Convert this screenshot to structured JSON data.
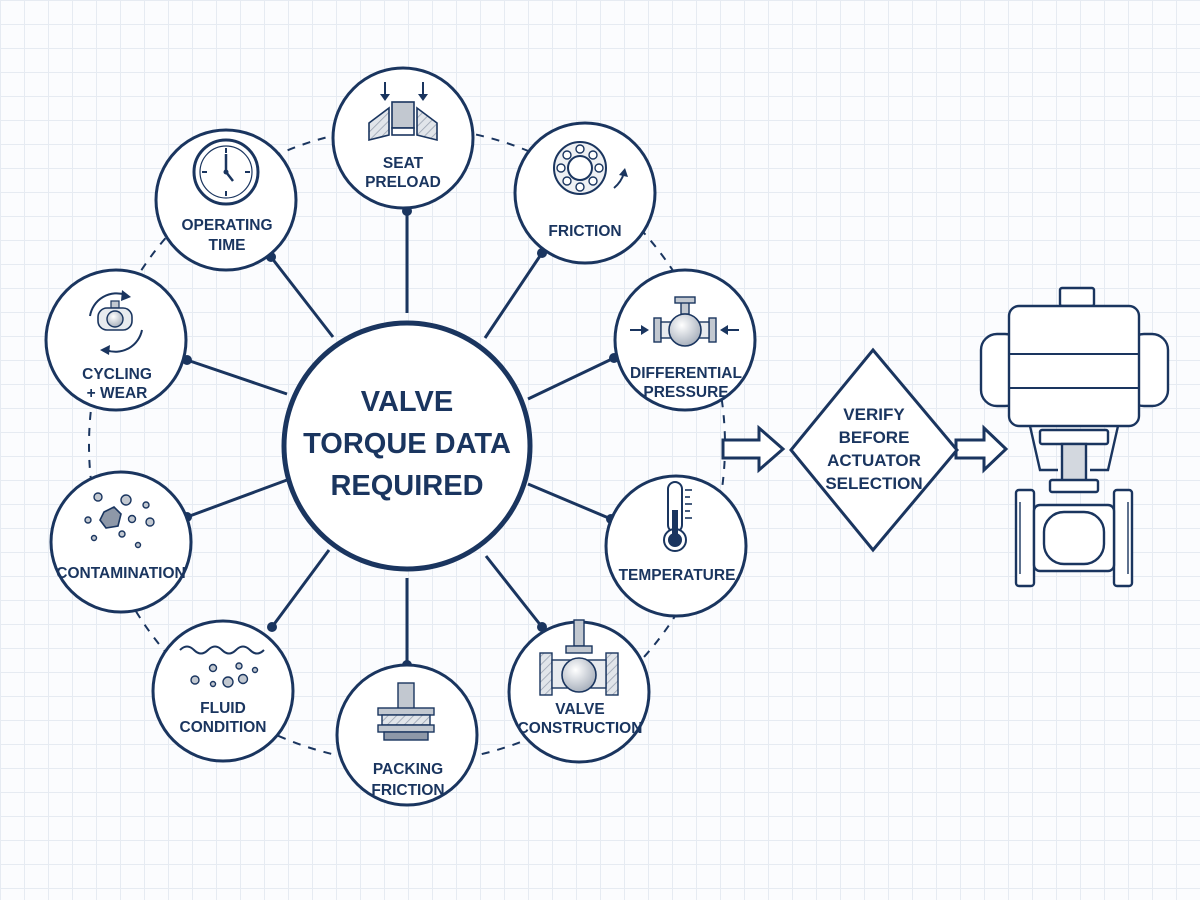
{
  "center": {
    "line1": "VALVE",
    "line2": "TORQUE DATA",
    "line3": "REQUIRED"
  },
  "nodes": {
    "seat_preload": {
      "line1": "SEAT",
      "line2": "PRELOAD"
    },
    "friction": {
      "line1": "FRICTION"
    },
    "differential_pressure": {
      "line1": "DIFFERENTIAL",
      "line2": "PRESSURE"
    },
    "temperature": {
      "line1": "TEMPERATURE"
    },
    "valve_construction": {
      "line1": "VALVE",
      "line2": "CONSTRUCTION"
    },
    "packing_friction": {
      "line1": "PACKING",
      "line2": "FRICTION"
    },
    "fluid_condition": {
      "line1": "FLUID",
      "line2": "CONDITION"
    },
    "contamination": {
      "line1": "CONTAMINATION"
    },
    "cycling_wear": {
      "line1": "CYCLING",
      "line2": "+ WEAR"
    },
    "operating_time": {
      "line1": "OPERATING",
      "line2": "TIME"
    }
  },
  "decision": {
    "line1": "VERIFY",
    "line2": "BEFORE",
    "line3": "ACTUATOR",
    "line4": "SELECTION"
  },
  "colors": {
    "navy": "#1a355f",
    "steel": "#8e98a8",
    "light_steel": "#d3d8df",
    "background": "#fbfcfe",
    "grid": "#e6ebf2"
  }
}
